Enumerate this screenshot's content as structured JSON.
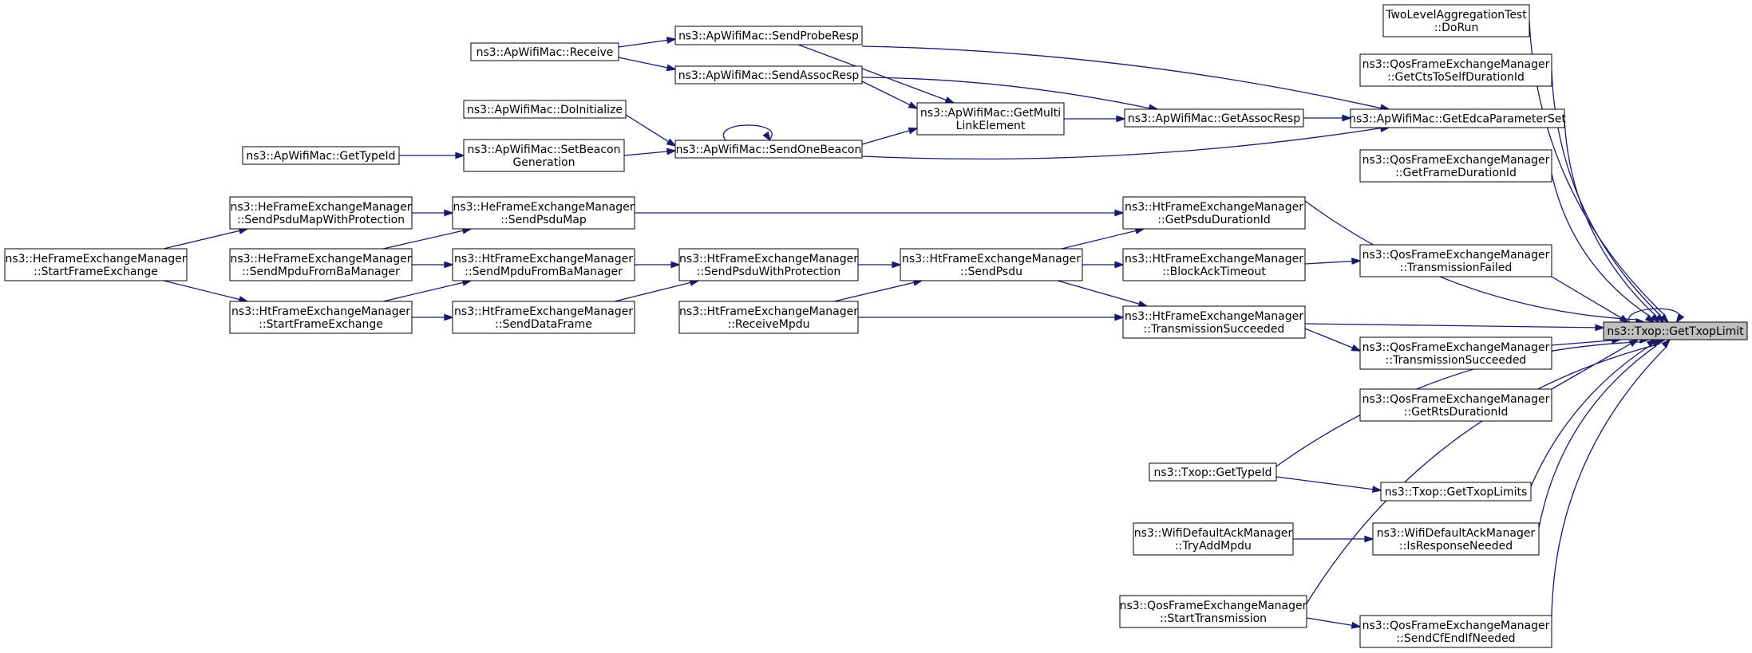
{
  "graph": {
    "root": "txop_gettxoplimit",
    "colors": {
      "edge": "#191970",
      "root_fill": "#bfbfbf",
      "node_fill": "#ffffff"
    },
    "nodes": [
      {
        "id": "txop_gettxoplimit",
        "lines": [
          "ns3::Txop::GetTxopLimit"
        ]
      },
      {
        "id": "twolevel_dorun",
        "lines": [
          "TwoLevelAggregationTest",
          "::DoRun"
        ]
      },
      {
        "id": "qos_getctstoself",
        "lines": [
          "ns3::QosFrameExchangeManager",
          "::GetCtsToSelfDurationId"
        ]
      },
      {
        "id": "ap_getedca",
        "lines": [
          "ns3::ApWifiMac::GetEdcaParameterSet"
        ]
      },
      {
        "id": "qos_getframedur",
        "lines": [
          "ns3::QosFrameExchangeManager",
          "::GetFrameDurationId"
        ]
      },
      {
        "id": "ht_getpsdudur",
        "lines": [
          "ns3::HtFrameExchangeManager",
          "::GetPsduDurationId"
        ]
      },
      {
        "id": "qos_txfailed",
        "lines": [
          "ns3::QosFrameExchangeManager",
          "::TransmissionFailed"
        ]
      },
      {
        "id": "ht_txsucceeded",
        "lines": [
          "ns3::HtFrameExchangeManager",
          "::TransmissionSucceeded"
        ]
      },
      {
        "id": "qos_txsucceeded",
        "lines": [
          "ns3::QosFrameExchangeManager",
          "::TransmissionSucceeded"
        ]
      },
      {
        "id": "qos_getrtsdur",
        "lines": [
          "ns3::QosFrameExchangeManager",
          "::GetRtsDurationId"
        ]
      },
      {
        "id": "txop_gettypeid",
        "lines": [
          "ns3::Txop::GetTypeId"
        ]
      },
      {
        "id": "txop_gettxoplimits",
        "lines": [
          "ns3::Txop::GetTxopLimits"
        ]
      },
      {
        "id": "ack_isresponseneeded",
        "lines": [
          "ns3::WifiDefaultAckManager",
          "::IsResponseNeeded"
        ]
      },
      {
        "id": "qos_starttransmission",
        "lines": [
          "ns3::QosFrameExchangeManager",
          "::StartTransmission"
        ]
      },
      {
        "id": "qos_sendcfendifneeded",
        "lines": [
          "ns3::QosFrameExchangeManager",
          "::SendCfEndIfNeeded"
        ]
      },
      {
        "id": "ap_getassocresp",
        "lines": [
          "ns3::ApWifiMac::GetAssocResp"
        ]
      },
      {
        "id": "ap_sendproberesp",
        "lines": [
          "ns3::ApWifiMac::SendProbeResp"
        ]
      },
      {
        "id": "ap_sendassocresp",
        "lines": [
          "ns3::ApWifiMac::SendAssocResp"
        ]
      },
      {
        "id": "ap_getmultilink",
        "lines": [
          "ns3::ApWifiMac::GetMulti",
          "LinkElement"
        ]
      },
      {
        "id": "ap_sendonebeacon",
        "lines": [
          "ns3::ApWifiMac::SendOneBeacon"
        ]
      },
      {
        "id": "ap_receive",
        "lines": [
          "ns3::ApWifiMac::Receive"
        ]
      },
      {
        "id": "ap_doinitialize",
        "lines": [
          "ns3::ApWifiMac::DoInitialize"
        ]
      },
      {
        "id": "ap_setbeacongen",
        "lines": [
          "ns3::ApWifiMac::SetBeacon",
          "Generation"
        ]
      },
      {
        "id": "ap_gettypeid",
        "lines": [
          "ns3::ApWifiMac::GetTypeId"
        ]
      },
      {
        "id": "he_sendpsdumap",
        "lines": [
          "ns3::HeFrameExchangeManager",
          "::SendPsduMap"
        ]
      },
      {
        "id": "he_sendpsdumapwithprot",
        "lines": [
          "ns3::HeFrameExchangeManager",
          "::SendPsduMapWithProtection"
        ]
      },
      {
        "id": "he_startframeexchange",
        "lines": [
          "ns3::HeFrameExchangeManager",
          "::StartFrameExchange"
        ]
      },
      {
        "id": "he_sendmpdufromba",
        "lines": [
          "ns3::HeFrameExchangeManager",
          "::SendMpduFromBaManager"
        ]
      },
      {
        "id": "ht_startframeexchange",
        "lines": [
          "ns3::HtFrameExchangeManager",
          "::StartFrameExchange"
        ]
      },
      {
        "id": "ht_sendmpdufromba",
        "lines": [
          "ns3::HtFrameExchangeManager",
          "::SendMpduFromBaManager"
        ]
      },
      {
        "id": "ht_senddataframe",
        "lines": [
          "ns3::HtFrameExchangeManager",
          "::SendDataFrame"
        ]
      },
      {
        "id": "ht_sendpsduwithprot",
        "lines": [
          "ns3::HtFrameExchangeManager",
          "::SendPsduWithProtection"
        ]
      },
      {
        "id": "ht_receivempdu",
        "lines": [
          "ns3::HtFrameExchangeManager",
          "::ReceiveMpdu"
        ]
      },
      {
        "id": "ht_sendpsdu",
        "lines": [
          "ns3::HtFrameExchangeManager",
          "::SendPsdu"
        ]
      },
      {
        "id": "ht_blockacktimeout",
        "lines": [
          "ns3::HtFrameExchangeManager",
          "::BlockAckTimeout"
        ]
      },
      {
        "id": "ack_tryaddmpdu",
        "lines": [
          "ns3::WifiDefaultAckManager",
          "::TryAddMpdu"
        ]
      }
    ],
    "edges": [
      [
        "txop_gettxoplimit",
        "txop_gettxoplimit"
      ],
      [
        "twolevel_dorun",
        "txop_gettxoplimit"
      ],
      [
        "qos_getctstoself",
        "txop_gettxoplimit"
      ],
      [
        "ap_getedca",
        "txop_gettxoplimit"
      ],
      [
        "qos_getframedur",
        "txop_gettxoplimit"
      ],
      [
        "ht_getpsdudur",
        "txop_gettxoplimit"
      ],
      [
        "qos_txfailed",
        "txop_gettxoplimit"
      ],
      [
        "ht_txsucceeded",
        "txop_gettxoplimit"
      ],
      [
        "qos_txsucceeded",
        "txop_gettxoplimit"
      ],
      [
        "qos_getrtsdur",
        "txop_gettxoplimit"
      ],
      [
        "txop_gettypeid",
        "txop_gettxoplimit"
      ],
      [
        "txop_gettxoplimits",
        "txop_gettxoplimit"
      ],
      [
        "ack_isresponseneeded",
        "txop_gettxoplimit"
      ],
      [
        "qos_starttransmission",
        "txop_gettxoplimit"
      ],
      [
        "qos_sendcfendifneeded",
        "txop_gettxoplimit"
      ],
      [
        "ap_getassocresp",
        "ap_getedca"
      ],
      [
        "ap_sendproberesp",
        "ap_getedca"
      ],
      [
        "ap_sendassocresp",
        "ap_getassocresp"
      ],
      [
        "ap_getmultilink",
        "ap_getassocresp"
      ],
      [
        "ap_sendonebeacon",
        "ap_getedca"
      ],
      [
        "ap_sendproberesp",
        "ap_getmultilink"
      ],
      [
        "ap_sendassocresp",
        "ap_getmultilink"
      ],
      [
        "ap_sendonebeacon",
        "ap_getmultilink"
      ],
      [
        "ap_sendonebeacon",
        "ap_sendonebeacon"
      ],
      [
        "ap_receive",
        "ap_sendproberesp"
      ],
      [
        "ap_receive",
        "ap_sendassocresp"
      ],
      [
        "ap_doinitialize",
        "ap_sendonebeacon"
      ],
      [
        "ap_setbeacongen",
        "ap_sendonebeacon"
      ],
      [
        "ap_gettypeid",
        "ap_setbeacongen"
      ],
      [
        "he_sendpsdumap",
        "ht_getpsdudur"
      ],
      [
        "ht_sendpsdu",
        "ht_getpsdudur"
      ],
      [
        "ht_sendpsdu",
        "ht_blockacktimeout"
      ],
      [
        "ht_sendpsdu",
        "ht_txsucceeded"
      ],
      [
        "ht_blockacktimeout",
        "qos_txfailed"
      ],
      [
        "ht_txsucceeded",
        "qos_txsucceeded"
      ],
      [
        "ht_receivempdu",
        "ht_txsucceeded"
      ],
      [
        "ht_receivempdu",
        "ht_sendpsdu"
      ],
      [
        "ht_sendpsduwithprot",
        "ht_sendpsdu"
      ],
      [
        "ht_sendmpdufromba",
        "ht_sendpsduwithprot"
      ],
      [
        "ht_senddataframe",
        "ht_sendpsduwithprot"
      ],
      [
        "he_sendpsdumapwithprot",
        "he_sendpsdumap"
      ],
      [
        "he_sendmpdufromba",
        "he_sendpsdumap"
      ],
      [
        "he_sendmpdufromba",
        "ht_sendmpdufromba"
      ],
      [
        "ht_startframeexchange",
        "ht_sendmpdufromba"
      ],
      [
        "ht_startframeexchange",
        "ht_senddataframe"
      ],
      [
        "he_startframeexchange",
        "he_sendpsdumapwithprot"
      ],
      [
        "he_startframeexchange",
        "ht_startframeexchange"
      ],
      [
        "txop_gettypeid",
        "txop_gettxoplimits"
      ],
      [
        "ack_tryaddmpdu",
        "ack_isresponseneeded"
      ],
      [
        "qos_starttransmission",
        "qos_sendcfendifneeded"
      ]
    ]
  }
}
